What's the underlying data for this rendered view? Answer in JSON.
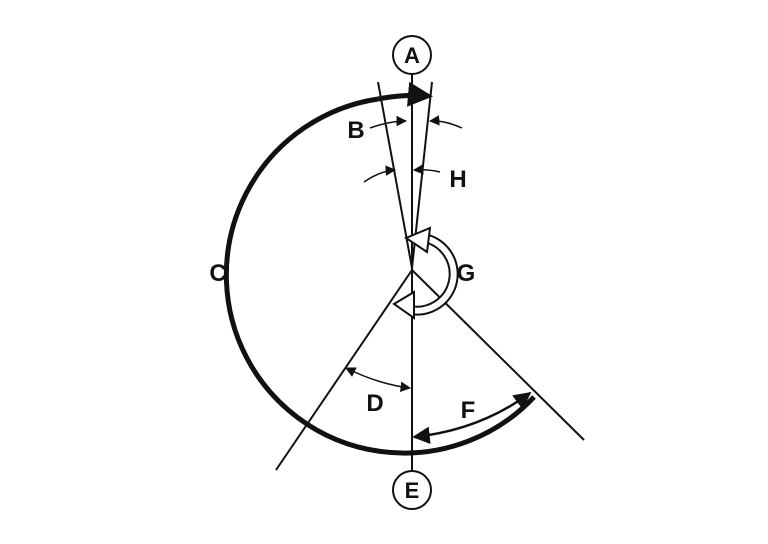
{
  "labels": {
    "a": "A",
    "b": "B",
    "c": "C",
    "d": "D",
    "e": "E",
    "f": "F",
    "g": "G",
    "h": "H"
  },
  "colors": {
    "ink": "#111111",
    "background": "#ffffff"
  }
}
